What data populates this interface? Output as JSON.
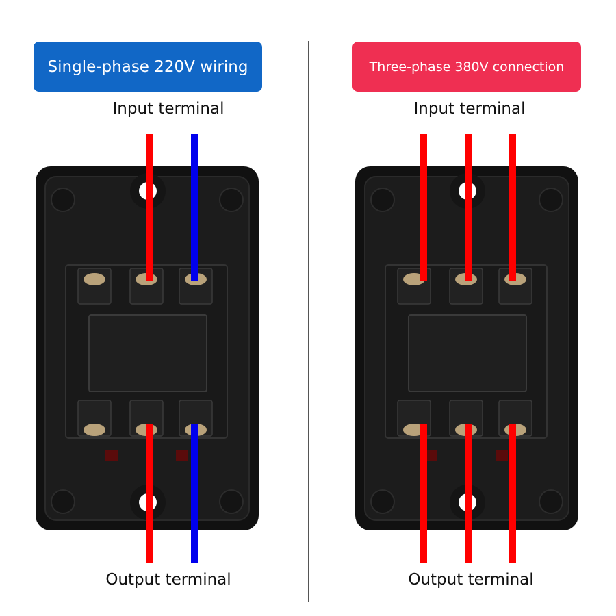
{
  "left_panel": {
    "title": "Single-phase 220V wiring",
    "title_color": "#1167c6",
    "input_label": "Input terminal",
    "output_label": "Output terminal",
    "wire_colors": [
      "#ff0000",
      "#0000ee"
    ]
  },
  "right_panel": {
    "title": "Three-phase 380V connection",
    "title_color": "#ef2f52",
    "input_label": "Input terminal",
    "output_label": "Output terminal",
    "wire_colors": [
      "#ff0000",
      "#ff0000",
      "#ff0000"
    ]
  },
  "switch_body_color": "#111111"
}
